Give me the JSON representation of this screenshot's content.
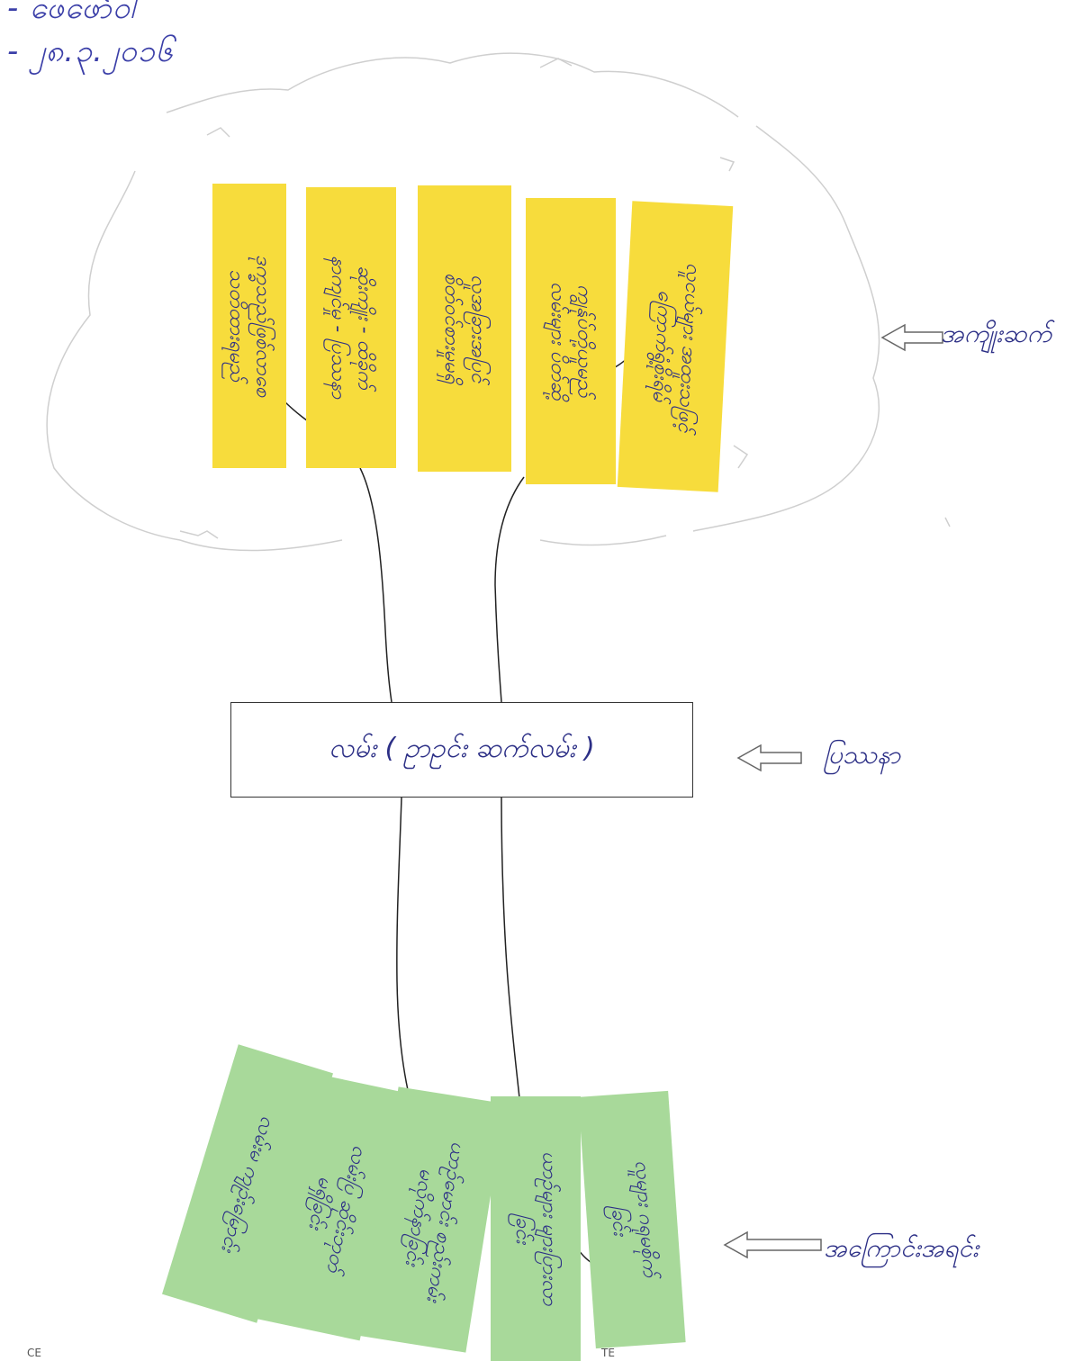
{
  "header": {
    "line1": "- ဖေဖော်ဝါ",
    "line2": "- ၂၈.၃.၂၀၁၆"
  },
  "center": {
    "text": "လမ်း ( ဥာဥင်း ဆက်လမ်း )"
  },
  "labels": {
    "top": "အကျိုးဆက်",
    "middle": "ပြဿနာ",
    "bottom": "အကြောင်းအရင်း"
  },
  "yellow_notes": [
    "ဒုက္ခသည်ဖြစ်လာစေ\nသတိထားရမည်",
    "ဆိုးကျိုး - ထိခိုက်\nနာကျင်မှု - ပြဿနာ",
    "လူအခြားအပြင်\nစိတ်ဝင်စားမှုမရှိ",
    "ကျွန်ုပ်တို့ယူမည်\nလမ်းများ ပိတ်ဆို့",
    "လူငယ်များ အထူးသဖြင့်\nကြောက်ရွံ့စိုးရိမ်"
  ],
  "green_notes": [
    "လမ်းမ ကျဉ်းမြောင်း",
    "လမ်းပြ ဆိုင်းဘုတ်\nမရှိခြင်း",
    "ယာဉ်မောင်း စည်းကမ်း\nမလိုက်နာခြင်း",
    "ယာဉ်များ များပြားလာ\nခြင်း",
    "လူများ ဂရုမစိုက်\nခြင်း"
  ],
  "footer": {
    "left": "CE",
    "right": "TE"
  },
  "colors": {
    "ink": "#2c2f86",
    "yellow_note": "#f7dc3c",
    "green_note": "#a8d99a",
    "cloud_stroke": "#c9c9c9"
  }
}
